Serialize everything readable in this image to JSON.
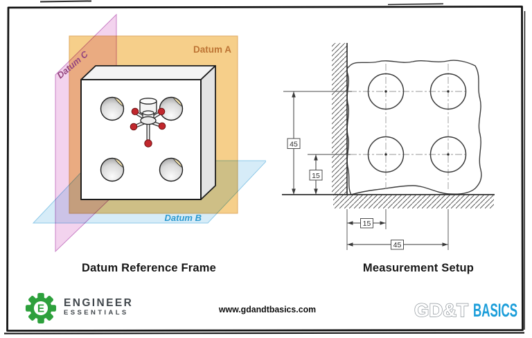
{
  "left_panel": {
    "caption": "Datum Reference Frame",
    "datum_labels": {
      "a": "Datum A",
      "b": "Datum B",
      "c": "Datum C"
    }
  },
  "right_panel": {
    "caption": "Measurement Setup",
    "dimensions": {
      "vertical_outer": "45",
      "vertical_inner": "15",
      "horizontal_inner": "15",
      "horizontal_outer": "45"
    }
  },
  "footer": {
    "logo_left": {
      "gear_letter": "E",
      "line1": "ENGINEER",
      "line2": "ESSENTIALS"
    },
    "website": "www.gdandtbasics.com",
    "logo_right": {
      "part1": "GD&T",
      "part2": "BASICS"
    }
  },
  "colors": {
    "datum_a_plane": "#f6cf8a",
    "datum_a_text": "#bd7434",
    "datum_b_plane": "#d6ecf8",
    "datum_b_text": "#2d9ad0",
    "datum_c_plane": "#f3d3ee",
    "datum_c_text": "#94457e",
    "probe_ball_red": "#c1272d",
    "brand_green": "#2da03c",
    "brand_blue": "#1a9dd9",
    "drawing_line": "#3a3a3a"
  }
}
